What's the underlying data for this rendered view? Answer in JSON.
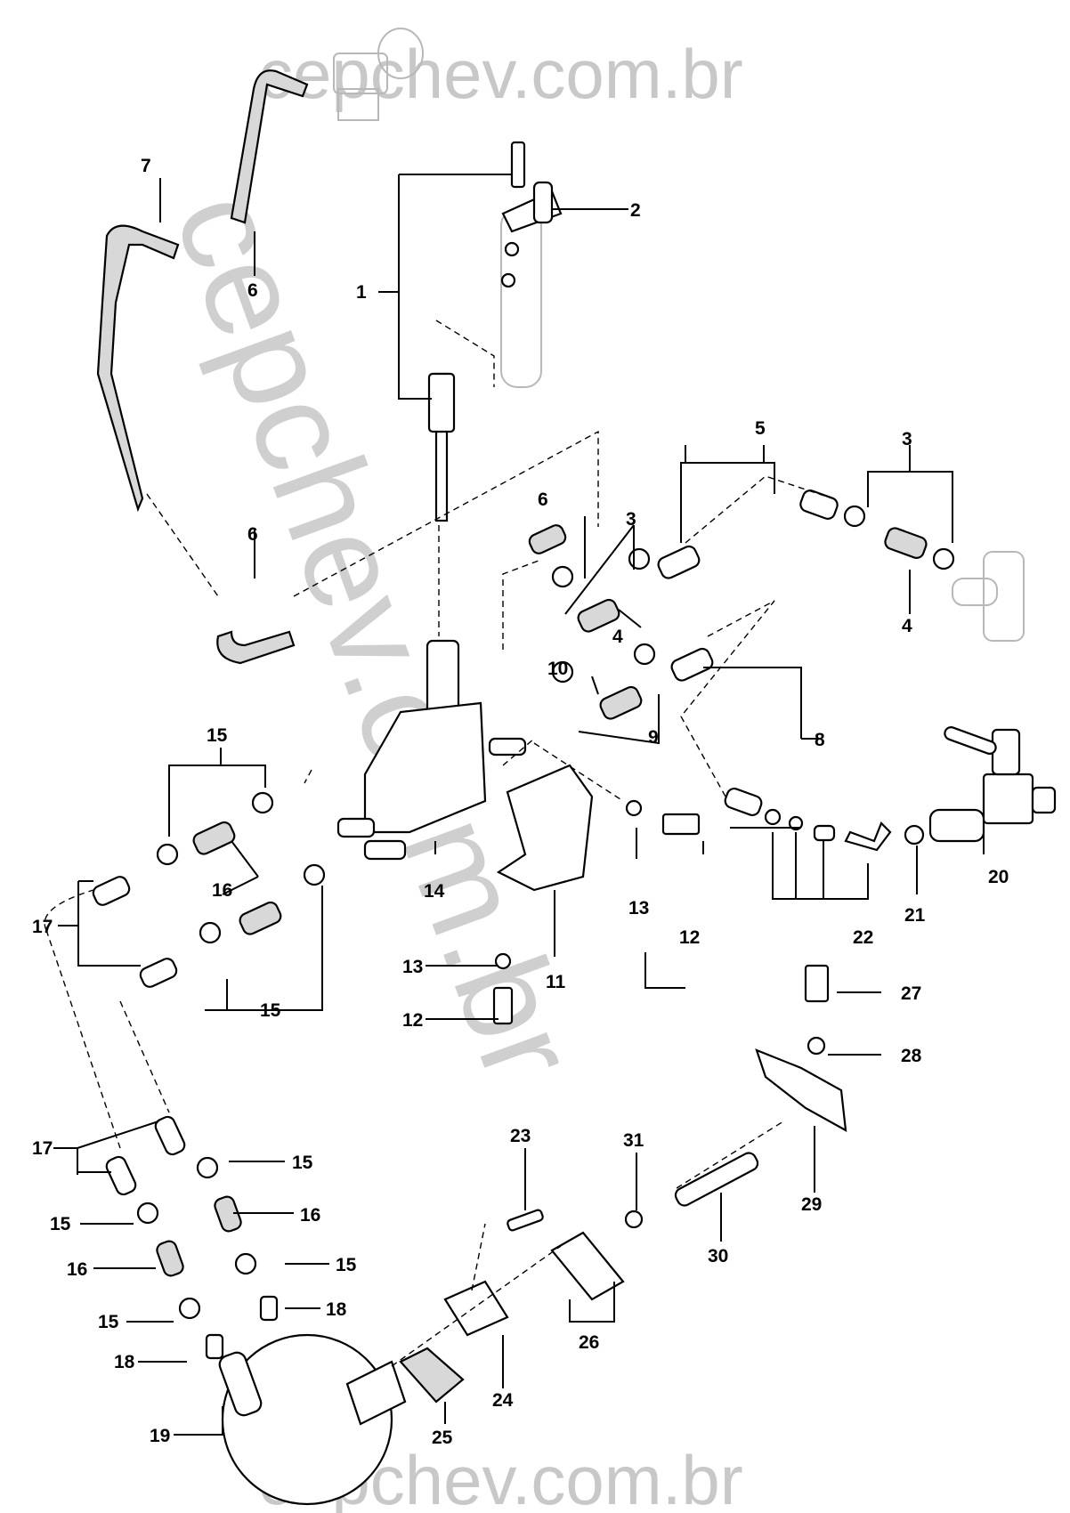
{
  "diagram": {
    "title": "",
    "watermark": {
      "top": "cepchev.com.br",
      "diagonal": "cepchev.com.br",
      "bottom": "cepchev.com.br"
    },
    "callouts": [
      {
        "id": "c1",
        "text": "1"
      },
      {
        "id": "c2",
        "text": "2"
      },
      {
        "id": "c3a",
        "text": "3"
      },
      {
        "id": "c3b",
        "text": "3"
      },
      {
        "id": "c4a",
        "text": "4"
      },
      {
        "id": "c4b",
        "text": "4"
      },
      {
        "id": "c5",
        "text": "5"
      },
      {
        "id": "c6a",
        "text": "6"
      },
      {
        "id": "c6b",
        "text": "6"
      },
      {
        "id": "c6c",
        "text": "6"
      },
      {
        "id": "c7",
        "text": "7"
      },
      {
        "id": "c8",
        "text": "8"
      },
      {
        "id": "c9",
        "text": "9"
      },
      {
        "id": "c10",
        "text": "10"
      },
      {
        "id": "c11",
        "text": "11"
      },
      {
        "id": "c12a",
        "text": "12"
      },
      {
        "id": "c12b",
        "text": "12"
      },
      {
        "id": "c13a",
        "text": "13"
      },
      {
        "id": "c13b",
        "text": "13"
      },
      {
        "id": "c14",
        "text": "14"
      },
      {
        "id": "c15a",
        "text": "15"
      },
      {
        "id": "c15b",
        "text": "15"
      },
      {
        "id": "c15c",
        "text": "15"
      },
      {
        "id": "c15d",
        "text": "15"
      },
      {
        "id": "c15e",
        "text": "15"
      },
      {
        "id": "c15f",
        "text": "15"
      },
      {
        "id": "c16a",
        "text": "16"
      },
      {
        "id": "c16b",
        "text": "16"
      },
      {
        "id": "c16c",
        "text": "16"
      },
      {
        "id": "c17a",
        "text": "17"
      },
      {
        "id": "c17b",
        "text": "17"
      },
      {
        "id": "c18a",
        "text": "18"
      },
      {
        "id": "c18b",
        "text": "18"
      },
      {
        "id": "c19",
        "text": "19"
      },
      {
        "id": "c20",
        "text": "20"
      },
      {
        "id": "c21",
        "text": "21"
      },
      {
        "id": "c22",
        "text": "22"
      },
      {
        "id": "c23",
        "text": "23"
      },
      {
        "id": "c24",
        "text": "24"
      },
      {
        "id": "c25",
        "text": "25"
      },
      {
        "id": "c26",
        "text": "26"
      },
      {
        "id": "c27",
        "text": "27"
      },
      {
        "id": "c28",
        "text": "28"
      },
      {
        "id": "c29",
        "text": "29"
      },
      {
        "id": "c30",
        "text": "30"
      },
      {
        "id": "c31",
        "text": "31"
      }
    ]
  }
}
